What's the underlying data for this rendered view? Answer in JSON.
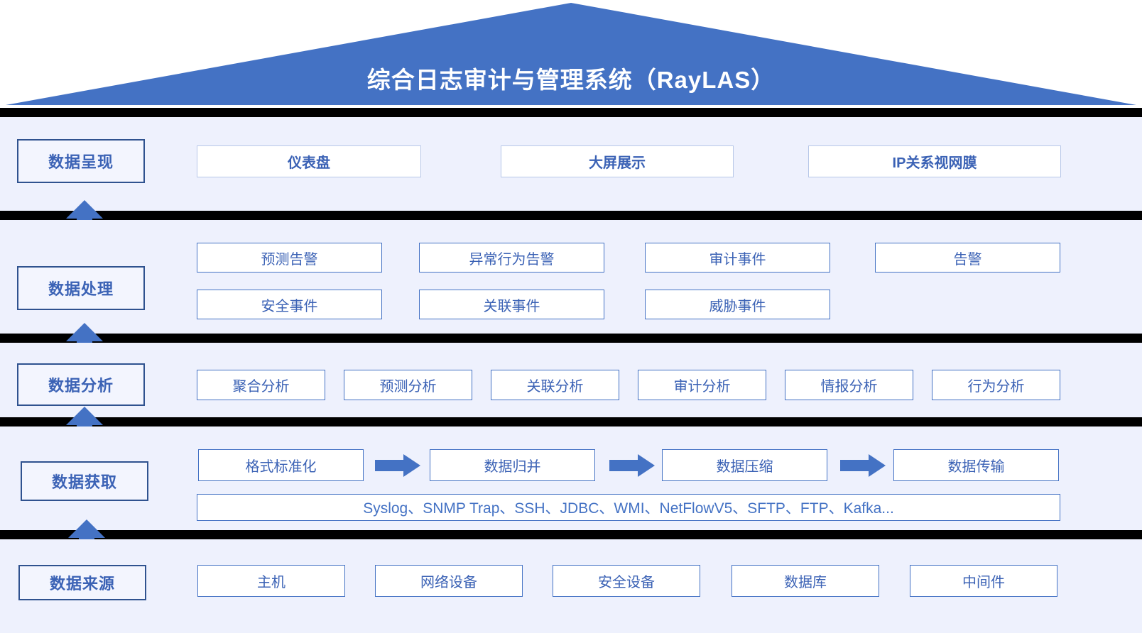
{
  "roof": {
    "title": "综合日志审计与管理系统（RayLAS）",
    "color": "#4472C4"
  },
  "colors": {
    "band_background": "#EEF1FD",
    "divider": "#000000",
    "accent_blue": "#4472C4",
    "text_blue": "#3B62B5",
    "label_border": "#2F528F",
    "soft_border": "#B7C7E8"
  },
  "layers": [
    {
      "label": "数据呈现",
      "rows": [
        [
          "仪表盘",
          "大屏展示",
          "IP关系视网膜"
        ]
      ]
    },
    {
      "label": "数据处理",
      "rows": [
        [
          "预测告警",
          "异常行为告警",
          "审计事件",
          "告警"
        ],
        [
          "安全事件",
          "关联事件",
          "威胁事件"
        ]
      ]
    },
    {
      "label": "数据分析",
      "rows": [
        [
          "聚合分析",
          "预测分析",
          "关联分析",
          "审计分析",
          "情报分析",
          "行为分析"
        ]
      ]
    },
    {
      "label": "数据获取",
      "rows": [
        [
          "格式标准化",
          "数据归并",
          "数据压缩",
          "数据传输"
        ]
      ],
      "protocols": "Syslog、SNMP Trap、SSH、JDBC、WMI、NetFlowV5、SFTP、FTP、Kafka..."
    },
    {
      "label": "数据来源",
      "rows": [
        [
          "主机",
          "网络设备",
          "安全设备",
          "数据库",
          "中间件"
        ]
      ]
    }
  ],
  "flow": {
    "up_arrow_icon": "arrow-up-icon",
    "right_arrow_icon": "arrow-right-icon",
    "up_arrow_count": 4,
    "right_arrow_count": 3
  }
}
